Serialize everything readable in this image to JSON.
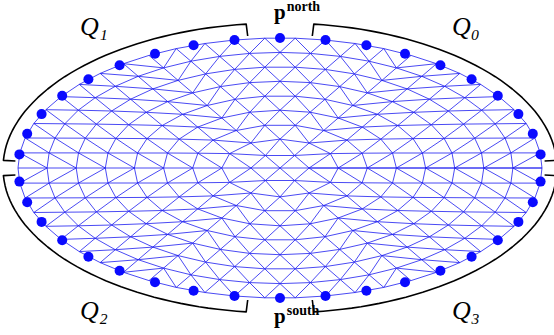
{
  "diagram": {
    "labels": [
      "Q₁",
      "p",
      "north",
      "Q₀",
      "Q₂",
      "p",
      "south",
      "Q₃"
    ]
  }
}
